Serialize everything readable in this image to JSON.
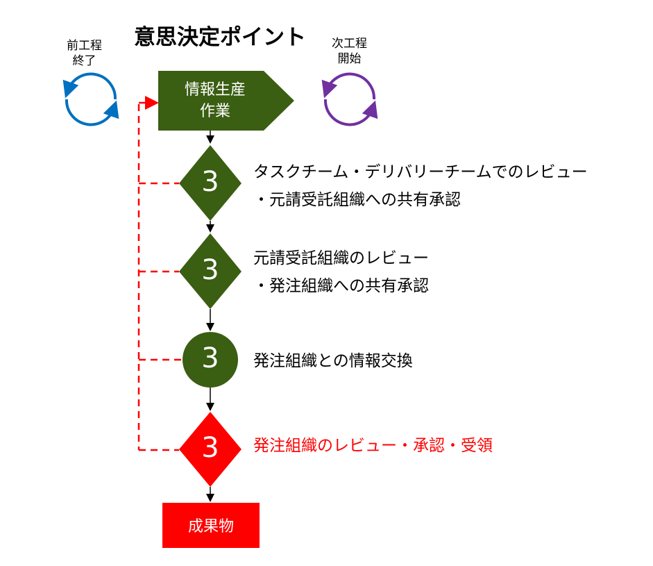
{
  "title": "意思決定ポイント",
  "prev_process": {
    "line1": "前工程",
    "line2": "終了"
  },
  "next_process": {
    "line1": "次工程",
    "line2": "開始"
  },
  "start_box": {
    "line1": "情報生産",
    "line2": "作業"
  },
  "steps": [
    {
      "number": "3",
      "line1": "タスクチーム・デリバリーチームでのレビュー",
      "line2": "・元請受託組織への共有承認"
    },
    {
      "number": "3",
      "line1": "元請受託組織のレビュー",
      "line2": "・発注組織への共有承認"
    },
    {
      "number": "3",
      "line1": "発注組織との情報交換"
    },
    {
      "number": "3",
      "line1": "発注組織のレビュー・承認・受領"
    }
  ],
  "end_box": {
    "label": "成果物"
  },
  "colors": {
    "green": "#3a5e12",
    "red": "#ff0000",
    "blue": "#0070c0",
    "purple": "#7030a0"
  }
}
